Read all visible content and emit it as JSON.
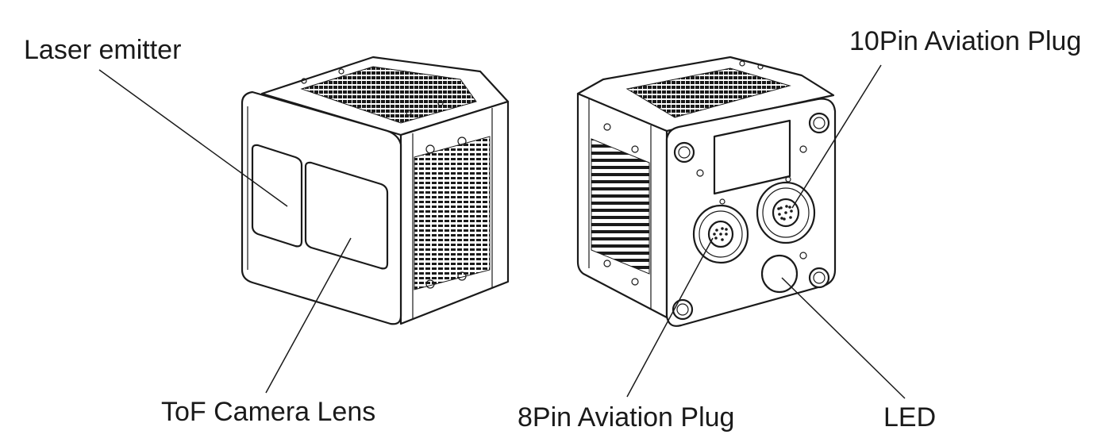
{
  "labels": {
    "laser_emitter": "Laser emitter",
    "tof_lens": "ToF Camera Lens",
    "pin10_plug": "10Pin Aviation Plug",
    "pin8_plug": "8Pin Aviation Plug",
    "led": "LED"
  }
}
